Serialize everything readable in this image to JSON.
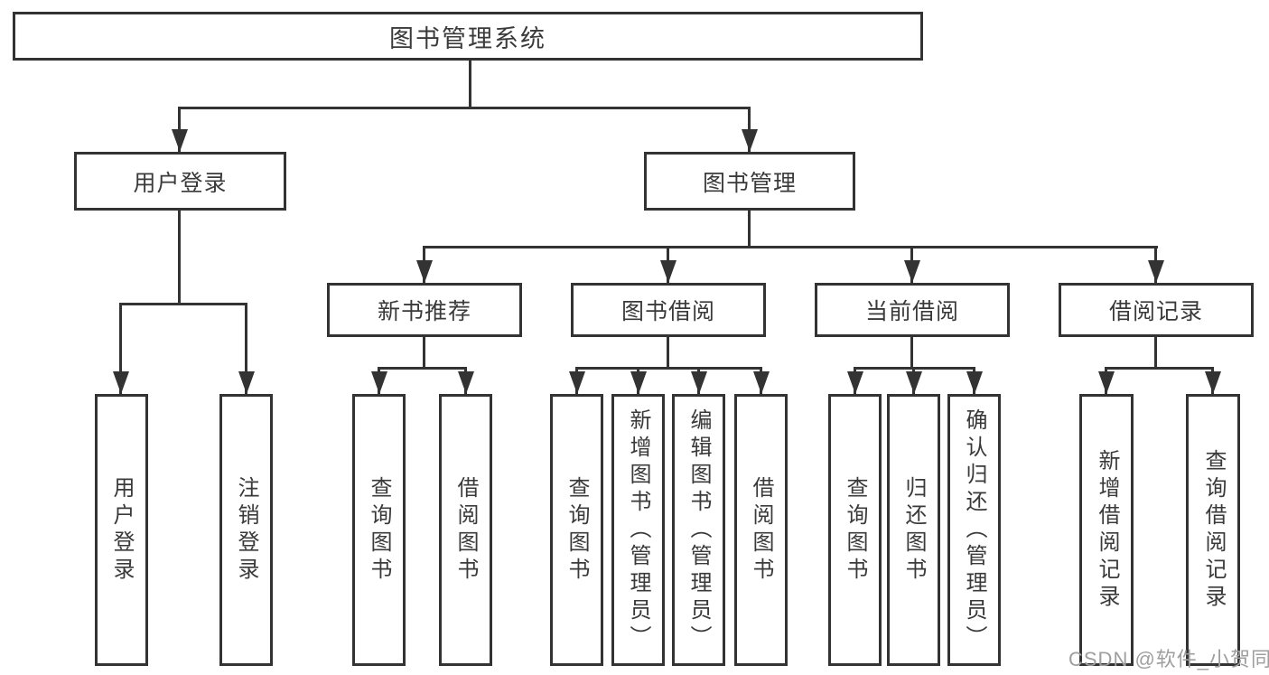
{
  "diagram": {
    "root": {
      "label": "图书管理系统"
    },
    "level2": [
      {
        "label": "用户登录"
      },
      {
        "label": "图书管理"
      }
    ],
    "level3": [
      {
        "label": "新书推荐"
      },
      {
        "label": "图书借阅"
      },
      {
        "label": "当前借阅"
      },
      {
        "label": "借阅记录"
      }
    ],
    "leaves": {
      "user_login": [
        "用户登录",
        "注销登录"
      ],
      "new_book": [
        "查询图书",
        "借阅图书"
      ],
      "book_borrow": [
        "查询图书",
        "新增图书（管理员）",
        "编辑图书（管理员）",
        "借阅图书"
      ],
      "current_borrow": [
        "查询图书",
        "归还图书",
        "确认归还（管理员）"
      ],
      "records": [
        "新增借阅记录",
        "查询借阅记录"
      ]
    },
    "colors": {
      "line": "#333333",
      "border": "#333333",
      "text": "#3a3a3a",
      "background": "#ffffff",
      "watermark": "#9e9e9e"
    }
  },
  "watermark": {
    "text": "CSDN @软件_小贺同学"
  }
}
